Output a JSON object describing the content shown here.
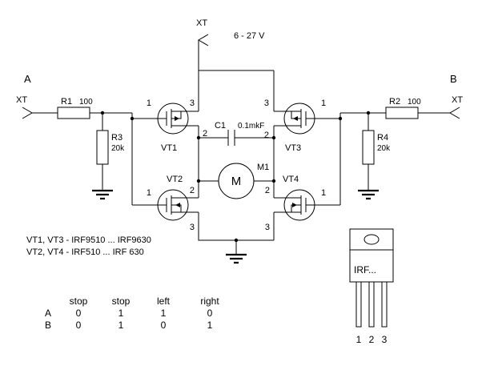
{
  "power": {
    "connector_label": "XT",
    "voltage": "6 - 27 V"
  },
  "input_a": {
    "node": "A",
    "connector": "XT"
  },
  "input_b": {
    "node": "B",
    "connector": "XT"
  },
  "resistors": {
    "r1": {
      "name": "R1",
      "value": "100"
    },
    "r2": {
      "name": "R2",
      "value": "100"
    },
    "r3": {
      "name": "R3",
      "value": "20k"
    },
    "r4": {
      "name": "R4",
      "value": "20k"
    }
  },
  "capacitor": {
    "name": "C1",
    "value": "0.1mkF"
  },
  "motor": {
    "symbol": "M",
    "designator": "M1"
  },
  "transistors": {
    "vt1": {
      "label": "VT1",
      "pin_gate": "1",
      "pin_top": "3",
      "pin_bottom": "2"
    },
    "vt2": {
      "label": "VT2",
      "pin_gate": "1",
      "pin_top": "2",
      "pin_bottom": "3"
    },
    "vt3": {
      "label": "VT3",
      "pin_gate": "1",
      "pin_top": "3",
      "pin_bottom": "2"
    },
    "vt4": {
      "label": "VT4",
      "pin_gate": "1",
      "pin_top": "2",
      "pin_bottom": "3"
    }
  },
  "notes": {
    "line1": "VT1, VT3 - IRF9510 ... IRF9630",
    "line2": "VT2, VT4 - IRF510 ... IRF 630"
  },
  "truth_table": {
    "headers": [
      "stop",
      "stop",
      "left",
      "right"
    ],
    "rows": [
      {
        "label": "A",
        "values": [
          "0",
          "1",
          "1",
          "0"
        ]
      },
      {
        "label": "B",
        "values": [
          "0",
          "1",
          "0",
          "1"
        ]
      }
    ]
  },
  "package": {
    "label": "IRF...",
    "pins": [
      "1",
      "2",
      "3"
    ]
  },
  "colors": {
    "line": "#000000",
    "background": "#ffffff"
  }
}
